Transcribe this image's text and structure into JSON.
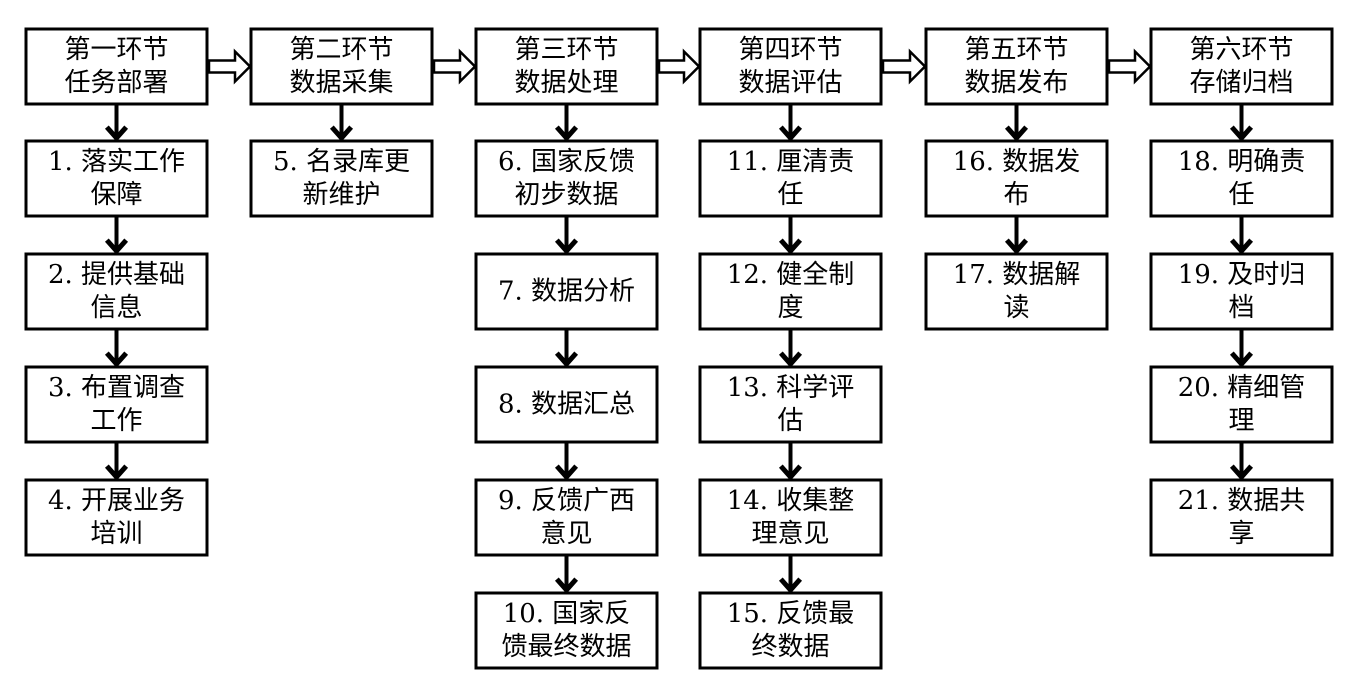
{
  "diagram": {
    "stages": [
      {
        "lines": [
          "第一环节",
          "任务部署"
        ],
        "steps": [
          {
            "lines": [
              "1. 落实工作",
              "保障"
            ]
          },
          {
            "lines": [
              "2. 提供基础",
              "信息"
            ]
          },
          {
            "lines": [
              "3. 布置调查",
              "工作"
            ]
          },
          {
            "lines": [
              "4. 开展业务",
              "培训"
            ]
          }
        ]
      },
      {
        "lines": [
          "第二环节",
          "数据采集"
        ],
        "steps": [
          {
            "lines": [
              "5. 名录库更",
              "新维护"
            ]
          }
        ]
      },
      {
        "lines": [
          "第三环节",
          "数据处理"
        ],
        "steps": [
          {
            "lines": [
              "6. 国家反馈",
              "初步数据"
            ]
          },
          {
            "lines": [
              "7. 数据分析"
            ]
          },
          {
            "lines": [
              "8. 数据汇总"
            ]
          },
          {
            "lines": [
              "9. 反馈广西",
              "意见"
            ]
          },
          {
            "lines": [
              "10. 国家反",
              "馈最终数据"
            ]
          }
        ]
      },
      {
        "lines": [
          "第四环节",
          "数据评估"
        ],
        "steps": [
          {
            "lines": [
              "11. 厘清责",
              "任"
            ]
          },
          {
            "lines": [
              "12. 健全制",
              "度"
            ]
          },
          {
            "lines": [
              "13. 科学评",
              "估"
            ]
          },
          {
            "lines": [
              "14. 收集整",
              "理意见"
            ]
          },
          {
            "lines": [
              "15. 反馈最",
              "终数据"
            ]
          }
        ]
      },
      {
        "lines": [
          "第五环节",
          "数据发布"
        ],
        "steps": [
          {
            "lines": [
              "16. 数据发",
              "布"
            ]
          },
          {
            "lines": [
              "17. 数据解",
              "读"
            ]
          }
        ]
      },
      {
        "lines": [
          "第六环节",
          "存储归档"
        ],
        "steps": [
          {
            "lines": [
              "18. 明确责",
              "任"
            ]
          },
          {
            "lines": [
              "19. 及时归",
              "档"
            ]
          },
          {
            "lines": [
              "20. 精细管",
              "理"
            ]
          },
          {
            "lines": [
              "21. 数据共",
              "享"
            ]
          }
        ]
      }
    ]
  }
}
